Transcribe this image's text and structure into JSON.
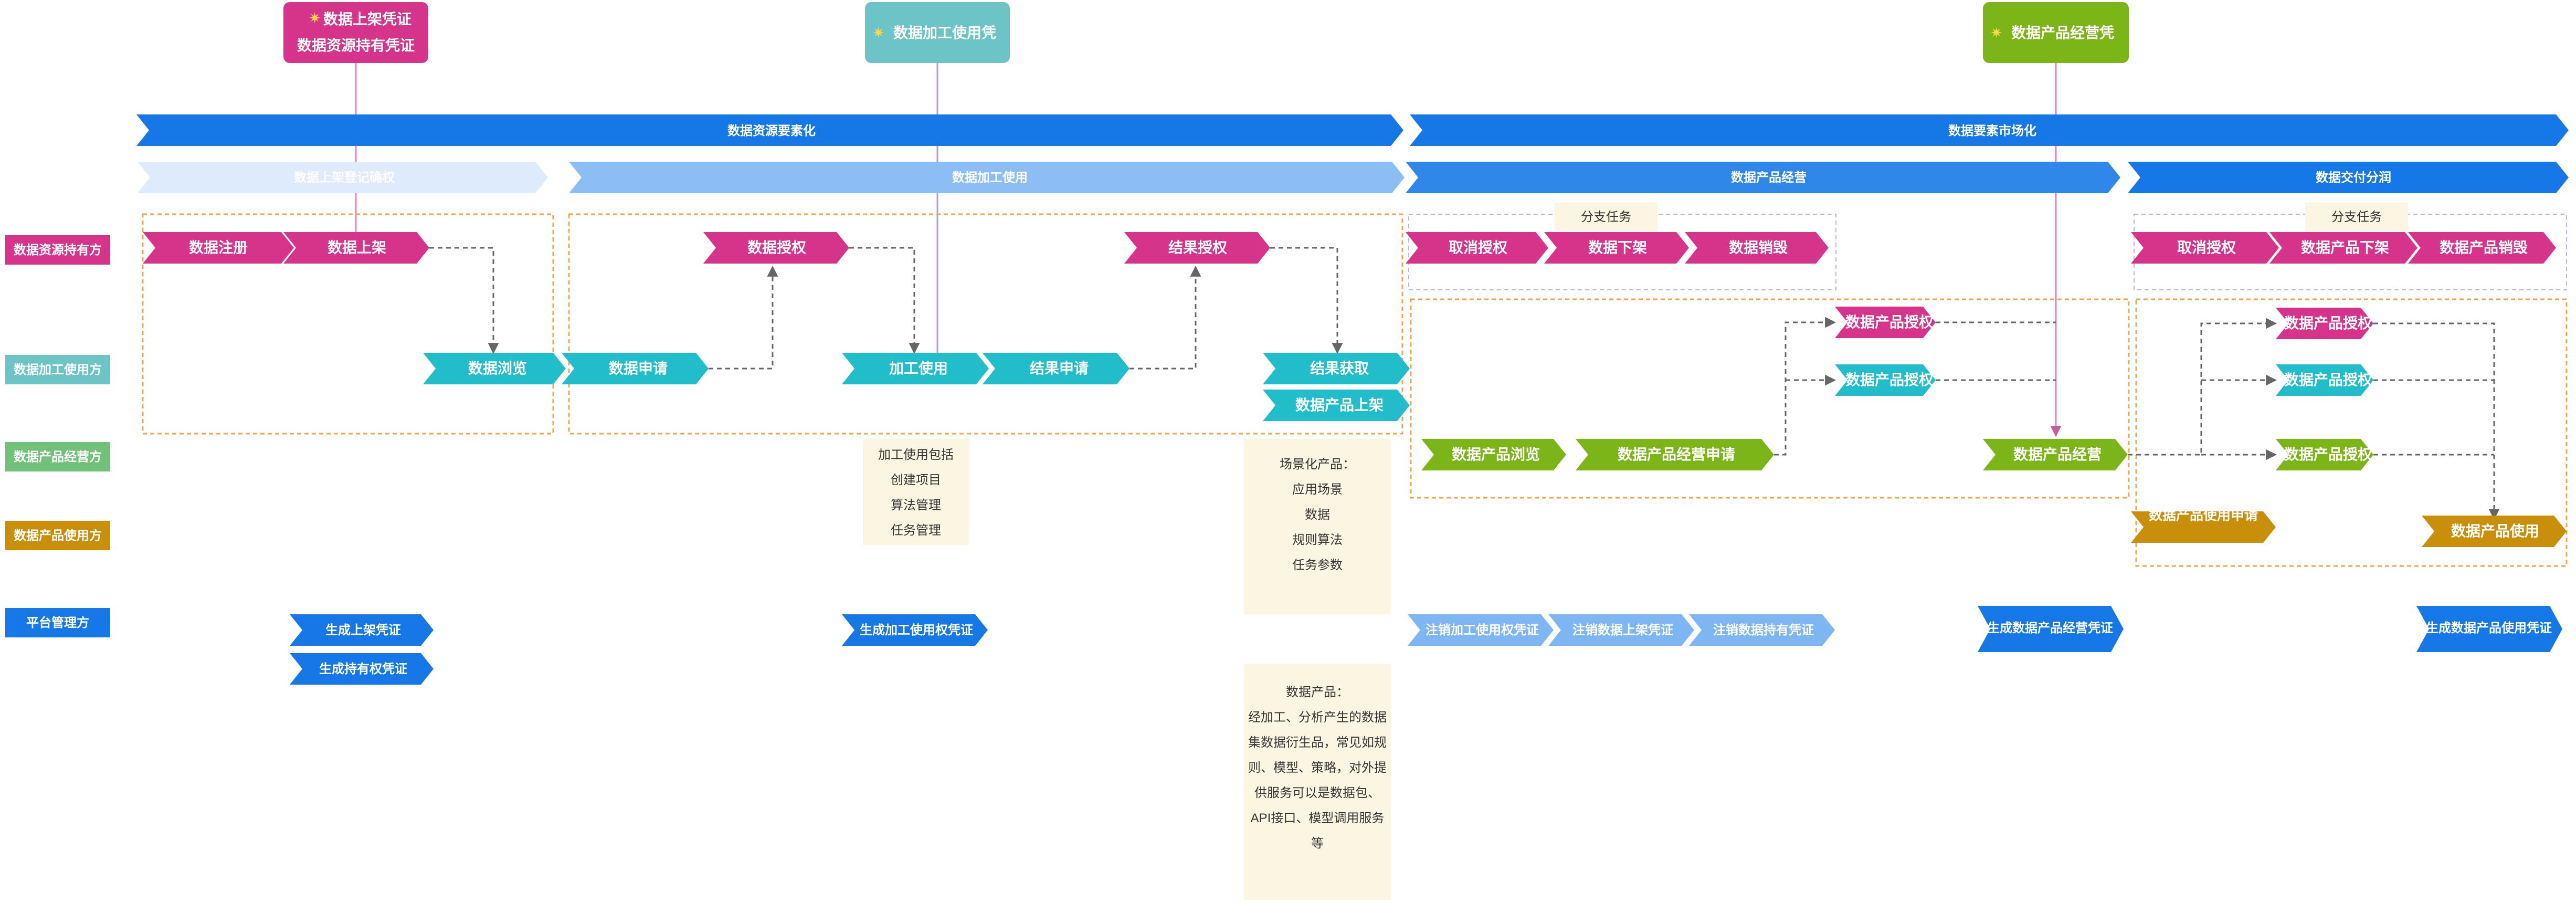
{
  "colors": {
    "holder": "#D6338A",
    "processor": "#22BDCB",
    "operator": "#7CB518",
    "user": "#C98F0B",
    "platform": "#1677E6",
    "platform_light": "#7DB6F3",
    "phase_blue": "#1677E6",
    "phase_light": "#DDEBFC",
    "phase_mid": "#8CBEF5",
    "note_bg": "#FCF5E1",
    "group_border": "#F0A64B",
    "voucher_line_pink": "#E880C2",
    "voucher_line_purple": "#B39AE8"
  },
  "roles": [
    {
      "id": "holder",
      "label": "数据资源持有方"
    },
    {
      "id": "processor",
      "label": "数据加工使用方"
    },
    {
      "id": "operator",
      "label": "数据产品经营方"
    },
    {
      "id": "user",
      "label": "数据产品使用方"
    },
    {
      "id": "platform",
      "label": "平台管理方"
    }
  ],
  "vouchers": [
    {
      "lines": [
        "数据上架凭证",
        "数据资源持有凭证"
      ],
      "icon": "star-icon",
      "color": "#D6338A"
    },
    {
      "lines": [
        "数据加工使用凭"
      ],
      "icon": "star-icon",
      "color": "#6CC4C6"
    },
    {
      "lines": [
        "数据产品经营凭"
      ],
      "icon": "star-icon",
      "color": "#7CB518"
    }
  ],
  "phases": [
    {
      "label": "数据资源要素化"
    },
    {
      "label": "数据要素市场化"
    }
  ],
  "subphases": [
    {
      "label": "数据上架登记确权"
    },
    {
      "label": "数据加工使用"
    },
    {
      "label": "数据产品经营"
    },
    {
      "label": "数据交付分润"
    }
  ],
  "steps": {
    "register": "数据注册",
    "list": "数据上架",
    "browse": "数据浏览",
    "apply": "数据申请",
    "authorize": "数据授权",
    "process_use": "加工使用",
    "result_apply": "结果申请",
    "result_auth": "结果授权",
    "result_get": "结果获取",
    "product_list": "数据产品上架",
    "cancel_auth": "取消授权",
    "delist": "数据下架",
    "destroy": "数据销毁",
    "product_browse": "数据产品浏览",
    "product_op_apply": "数据产品经营申请",
    "product_auth_holder": "数据产品授权",
    "product_auth_processor": "数据产品授权",
    "product_operate": "数据产品经营",
    "cancel_auth_2": "取消授权",
    "product_delist": "数据产品下架",
    "product_destroy": "数据产品销毁",
    "product_auth_holder_2": "数据产品授权",
    "product_auth_processor_2": "数据产品授权",
    "product_auth_operator_2": "数据产品授权",
    "product_use_apply": "数据产品使用申请",
    "product_use": "数据产品使用"
  },
  "platform_steps": {
    "gen_list_voucher": "生成上架凭证",
    "gen_hold_voucher": "生成持有权凭证",
    "gen_process_voucher": "生成加工使用权凭证",
    "revoke_process": "注销加工使用权凭证",
    "revoke_list": "注销数据上架凭证",
    "revoke_hold": "注销数据持有凭证",
    "gen_product_op_voucher": "生成数据产品经营凭证",
    "gen_product_use_voucher": "生成数据产品使用凭证"
  },
  "branch_tags": [
    "分支任务",
    "分支任务"
  ],
  "notes": {
    "processing": [
      "加工使用包括",
      "创建项目",
      "算法管理",
      "任务管理"
    ],
    "scenario": [
      "场景化产品：",
      "应用场景",
      "数据",
      "规则算法",
      "任务参数"
    ],
    "product": [
      "数据产品：",
      "经加工、分析产生的数据",
      "集数据衍生品，常见如规",
      "则、模型、策略，对外提",
      "供服务可以是数据包、",
      "API接口、模型调用服务",
      "等"
    ]
  }
}
